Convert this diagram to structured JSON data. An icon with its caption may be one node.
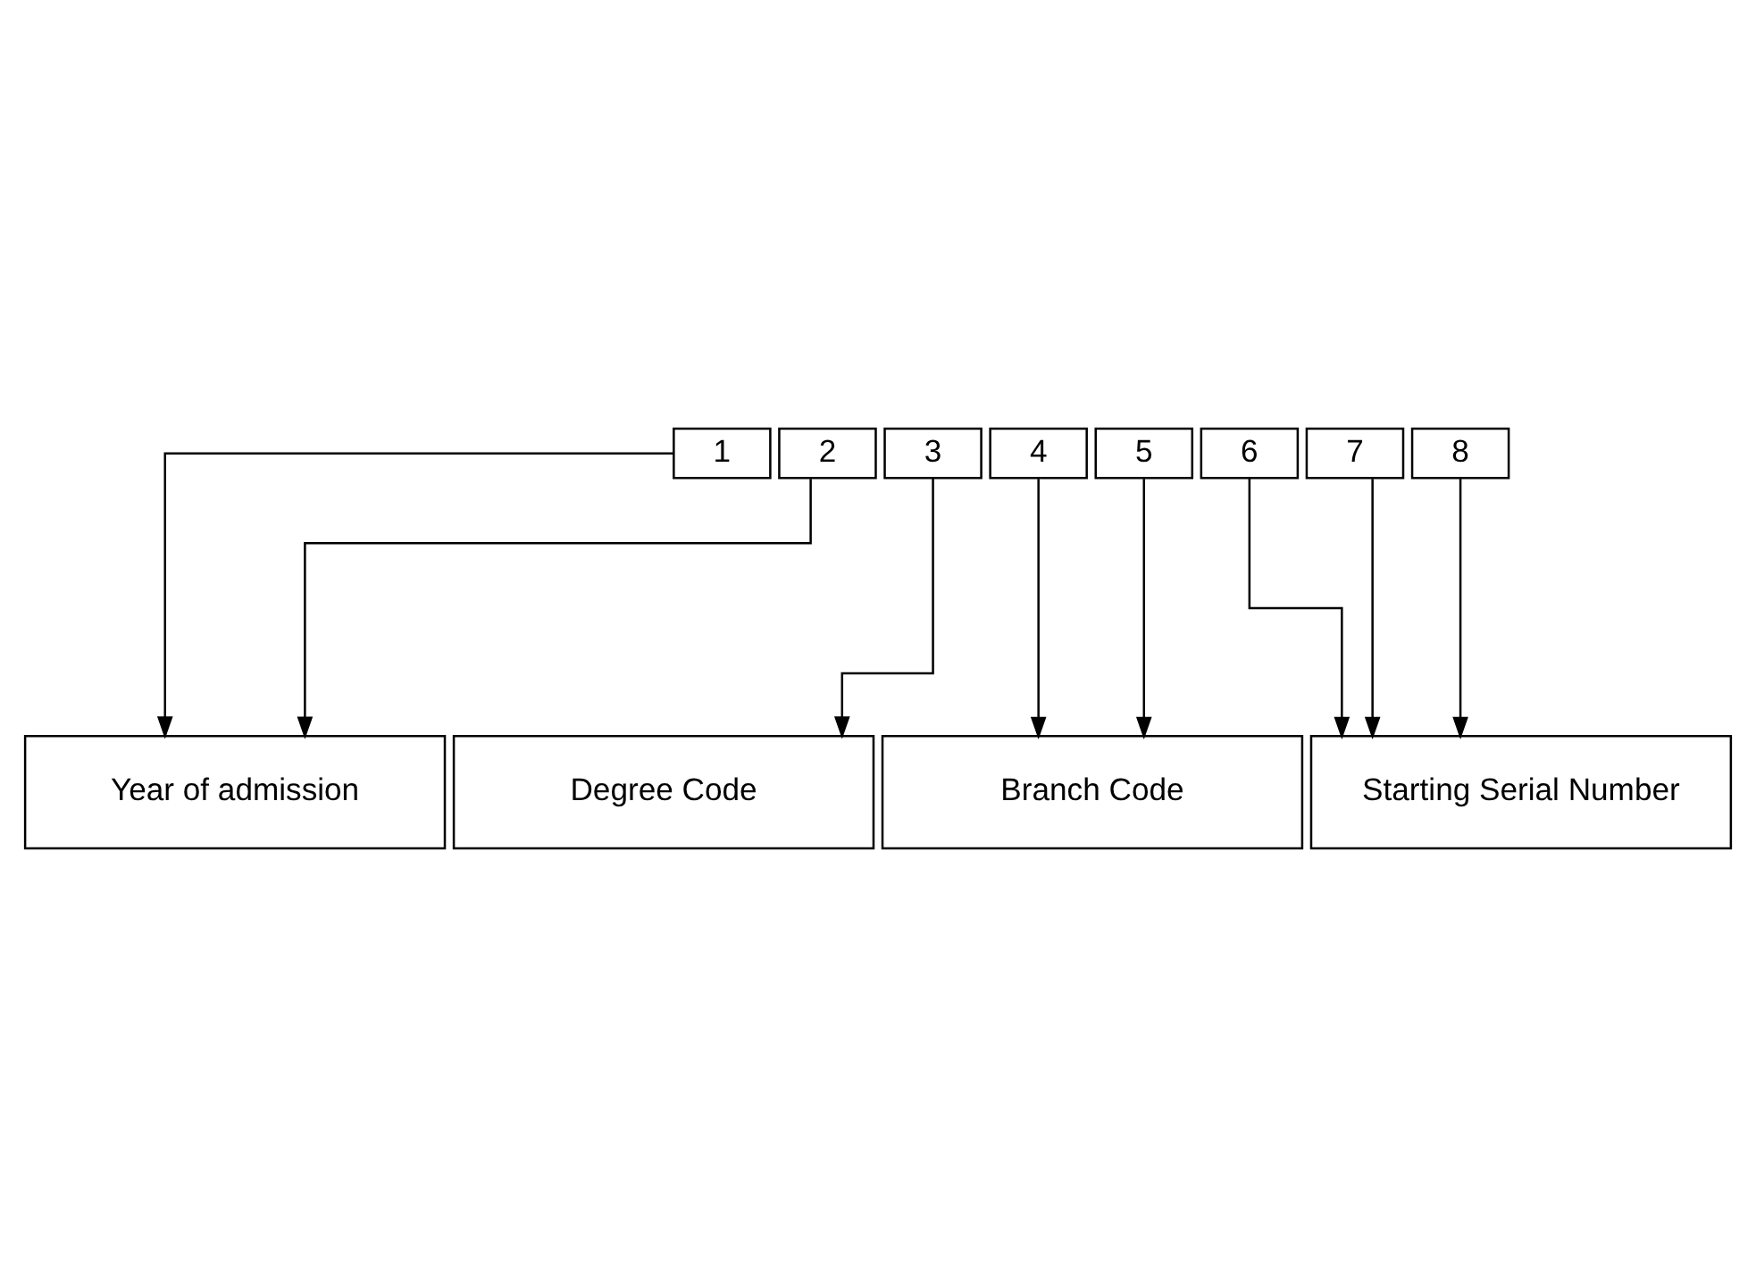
{
  "diagram": {
    "nodes": [
      {
        "text": [
          "1"
        ]
      },
      {
        "text": [
          "2"
        ]
      },
      {
        "text": [
          "3"
        ]
      },
      {
        "text": [
          "4"
        ]
      },
      {
        "text": [
          "5"
        ]
      },
      {
        "text": [
          "6"
        ]
      },
      {
        "text": [
          "7"
        ]
      },
      {
        "text": [
          "8"
        ]
      },
      {
        "text": [
          "Starting Serial Number"
        ]
      },
      {
        "text": [
          "Branch Code"
        ]
      },
      {
        "text": [
          "Degree Code"
        ]
      },
      {
        "text": [
          "Year of admission"
        ]
      }
    ],
    "edges": [
      {
        "from": 5,
        "to": 8,
        "arrow": "to"
      },
      {
        "from": 6,
        "to": 8,
        "arrow": "to"
      },
      {
        "from": 7,
        "to": 8,
        "arrow": "to"
      },
      {
        "from": 3,
        "to": 9,
        "arrow": "to"
      },
      {
        "from": 4,
        "to": 9,
        "arrow": "to"
      },
      {
        "from": 2,
        "to": 10,
        "arrow": "to"
      },
      {
        "from": 0,
        "to": 11,
        "arrow": "to"
      },
      {
        "from": 1,
        "to": 11,
        "arrow": "to"
      }
    ]
  }
}
